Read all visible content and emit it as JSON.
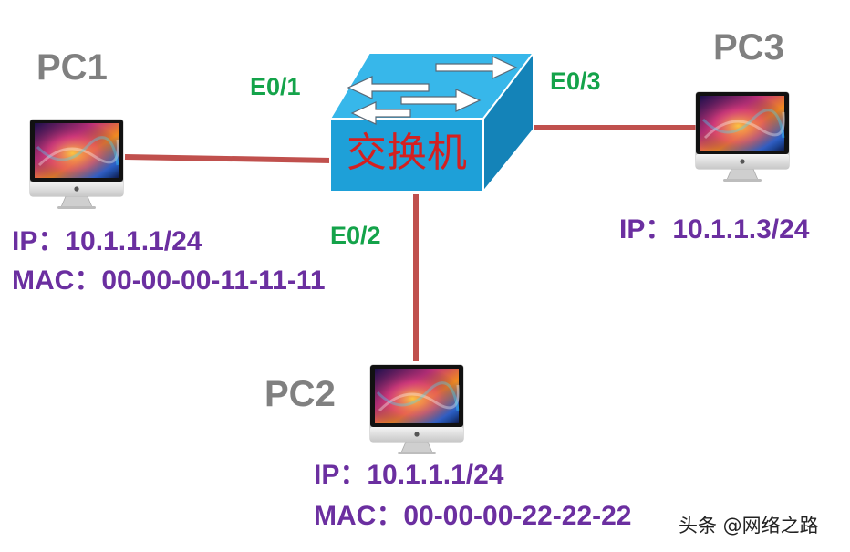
{
  "pcs": {
    "pc1": {
      "label": "PC1",
      "ip": "IP：10.1.1.1/24",
      "mac": "MAC：00-00-00-11-11-11"
    },
    "pc2": {
      "label": "PC2",
      "ip": "IP：10.1.1.1/24",
      "mac": "MAC：00-00-00-22-22-22"
    },
    "pc3": {
      "label": "PC3",
      "ip": "IP：10.1.1.3/24"
    }
  },
  "switch": {
    "label": "交换机"
  },
  "ports": {
    "e01": "E0/1",
    "e02": "E0/2",
    "e03": "E0/3"
  },
  "watermark": "头条 @网络之路",
  "colors": {
    "link": "#c0504d",
    "switch_front": "#1ea0d8",
    "switch_top": "#37b7ea",
    "switch_side": "#1483b8",
    "switch_text": "#d42020",
    "pc_label": "#808080",
    "port_label": "#14a34a",
    "info_text": "#6b2fa0"
  }
}
